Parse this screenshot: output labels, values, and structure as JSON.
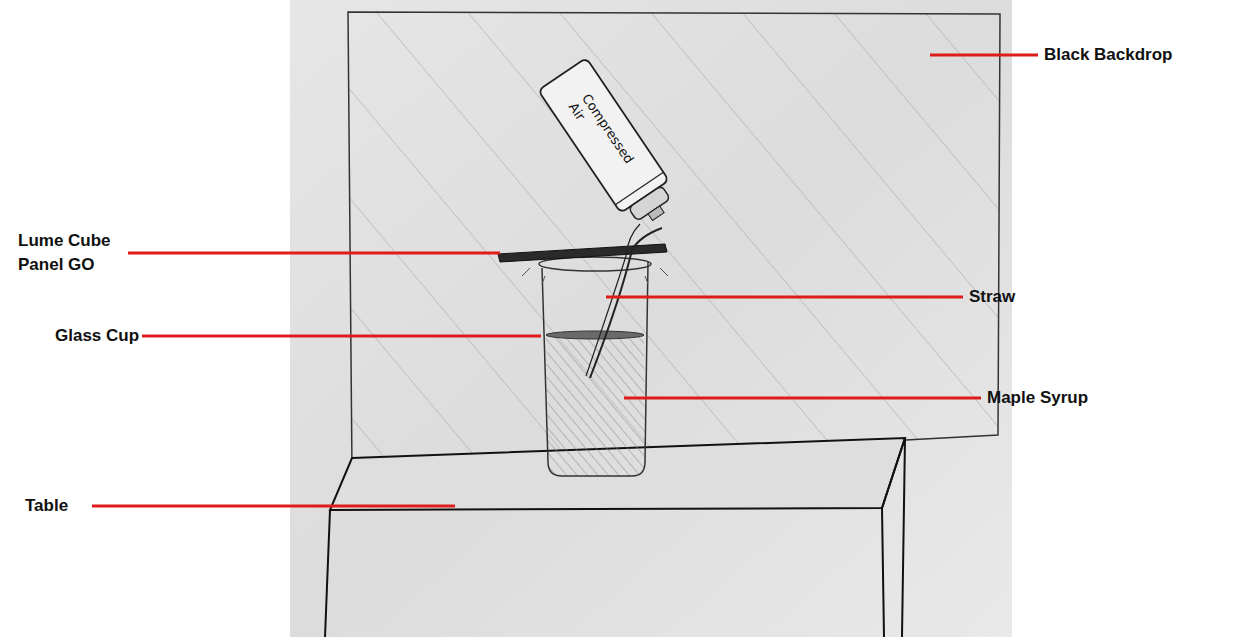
{
  "diagram": {
    "labels": [
      "Black Backdrop",
      "Lume Cube Panel GO",
      "Glass Cup",
      "Straw",
      "Maple Syrup",
      "Table",
      "Compressed Air"
    ]
  }
}
